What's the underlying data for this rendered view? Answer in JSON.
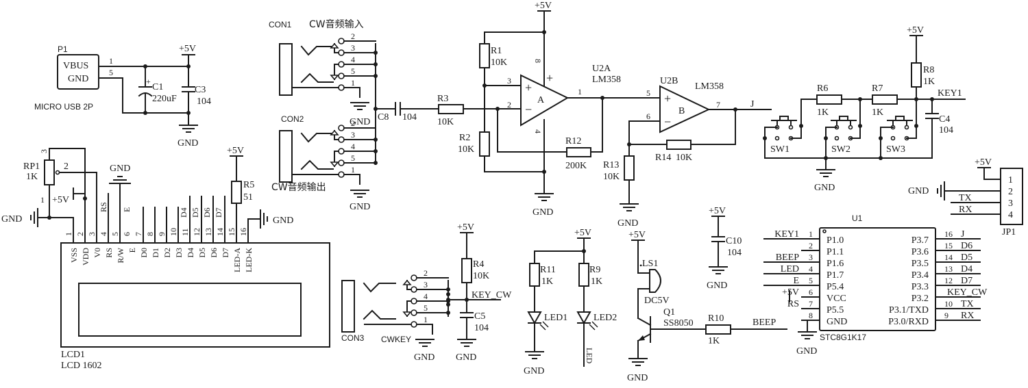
{
  "schematic": {
    "power_label": "+5V",
    "gnd_label": "GND",
    "p1": {
      "ref": "P1",
      "pin_vbus": "VBUS",
      "pin_gnd": "GND",
      "pin1": "1",
      "pin5": "5",
      "value": "MICRO USB 2P"
    },
    "c1": {
      "ref": "C1",
      "value": "220uF",
      "polarity": "+"
    },
    "c3": {
      "ref": "C3",
      "value": "104"
    },
    "rp1": {
      "ref": "RP1",
      "value": "1K",
      "pin2": "2",
      "pin3": "3",
      "pin1": "1"
    },
    "lcd": {
      "ref": "LCD1",
      "value": "LCD 1602",
      "pin_numbers": [
        "1",
        "2",
        "3",
        "4",
        "5",
        "6",
        "7",
        "8",
        "9",
        "10",
        "11",
        "12",
        "13",
        "14",
        "15",
        "16"
      ],
      "pin_names": [
        "VSS",
        "VDD",
        "V0",
        "RS",
        "R/W",
        "E",
        "D0",
        "D1",
        "D2",
        "D3",
        "D4",
        "D5",
        "D6",
        "D7",
        "LED-A",
        "LED-K"
      ],
      "net_labels": {
        "rs": "RS",
        "e": "E",
        "d4": "D4",
        "d5": "D5",
        "d6": "D6",
        "d7": "D7"
      }
    },
    "r5": {
      "ref": "R5",
      "value": "51"
    },
    "con1": {
      "ref": "CON1",
      "title": "CW音频输入",
      "pins": [
        "2",
        "3",
        "4",
        "5",
        "1"
      ]
    },
    "con2": {
      "ref": "CON2",
      "title": "CW音频输出",
      "pins": [
        "2",
        "3",
        "4",
        "5",
        "1"
      ]
    },
    "con3": {
      "ref": "CON3",
      "net": "CWKEY",
      "pins": [
        "2",
        "3",
        "4",
        "5",
        "1"
      ]
    },
    "c8": {
      "ref": "C8",
      "value": "104"
    },
    "r3": {
      "ref": "R3",
      "value": "10K"
    },
    "r1": {
      "ref": "R1",
      "value": "10K"
    },
    "r2": {
      "ref": "R2",
      "value": "10K"
    },
    "r12": {
      "ref": "R12",
      "value": "200K"
    },
    "r13": {
      "ref": "R13",
      "value": "10K"
    },
    "r14": {
      "ref": "R14",
      "value": "10K"
    },
    "u2a": {
      "ref": "U2A",
      "value": "LM358",
      "unit": "A",
      "pin_plus": "3",
      "pin_minus": "2",
      "pin_out": "1",
      "pin_vcc": "8",
      "pin_gnd": "4",
      "plus_sign": "+",
      "minus_sign": "−"
    },
    "u2b": {
      "ref": "U2B",
      "value": "LM358",
      "unit": "B",
      "pin_plus": "5",
      "pin_minus": "6",
      "pin_out": "7",
      "plus_sign": "+",
      "minus_sign": "−"
    },
    "net_j": "J",
    "r6": {
      "ref": "R6",
      "value": "1K"
    },
    "r7": {
      "ref": "R7",
      "value": "1K"
    },
    "r8": {
      "ref": "R8",
      "value": "1K"
    },
    "c4": {
      "ref": "C4",
      "value": "104"
    },
    "sw": [
      "SW1",
      "SW2",
      "SW3"
    ],
    "net_key1": "KEY1",
    "jp1": {
      "ref": "JP1",
      "pins": [
        "1",
        "2",
        "3",
        "4"
      ],
      "tx": "TX",
      "rx": "RX"
    },
    "r4": {
      "ref": "R4",
      "value": "10K"
    },
    "c5": {
      "ref": "C5",
      "value": "104"
    },
    "net_key_cw": "KEY_CW",
    "r11": {
      "ref": "R11",
      "value": "1K"
    },
    "r9": {
      "ref": "R9",
      "value": "1K"
    },
    "led1": {
      "ref": "LED1"
    },
    "led2": {
      "ref": "LED2"
    },
    "net_led": "LED",
    "ls1": {
      "ref": "LS1",
      "value": "DC5V"
    },
    "q1": {
      "ref": "Q1",
      "value": "SS8050"
    },
    "r10": {
      "ref": "R10",
      "value": "1K"
    },
    "net_beep": "BEEP",
    "c10": {
      "ref": "C10",
      "value": "104"
    },
    "u1": {
      "ref": "U1",
      "value": "STC8G1K17",
      "left_pins": [
        {
          "num": "1",
          "name": "P1.0",
          "net": "KEY1"
        },
        {
          "num": "2",
          "name": "P1.1",
          "net": ""
        },
        {
          "num": "3",
          "name": "P1.6",
          "net": "BEEP"
        },
        {
          "num": "4",
          "name": "P1.7",
          "net": "LED"
        },
        {
          "num": "5",
          "name": "P5.4",
          "net": "E"
        },
        {
          "num": "6",
          "name": "VCC",
          "net": "+5V"
        },
        {
          "num": "7",
          "name": "P5.5",
          "net": "RS"
        },
        {
          "num": "8",
          "name": "GND",
          "net": ""
        }
      ],
      "right_pins": [
        {
          "num": "16",
          "name": "P3.7",
          "net": "J"
        },
        {
          "num": "15",
          "name": "P3.6",
          "net": "D6"
        },
        {
          "num": "14",
          "name": "P3.5",
          "net": "D5"
        },
        {
          "num": "13",
          "name": "P3.4",
          "net": "D4"
        },
        {
          "num": "12",
          "name": "P3.3",
          "net": "D7"
        },
        {
          "num": "11",
          "name": "P3.2",
          "net": "KEY_CW"
        },
        {
          "num": "10",
          "name": "P3.1/TXD",
          "net": "TX"
        },
        {
          "num": "9",
          "name": "P3.0/RXD",
          "net": "RX"
        }
      ]
    }
  }
}
